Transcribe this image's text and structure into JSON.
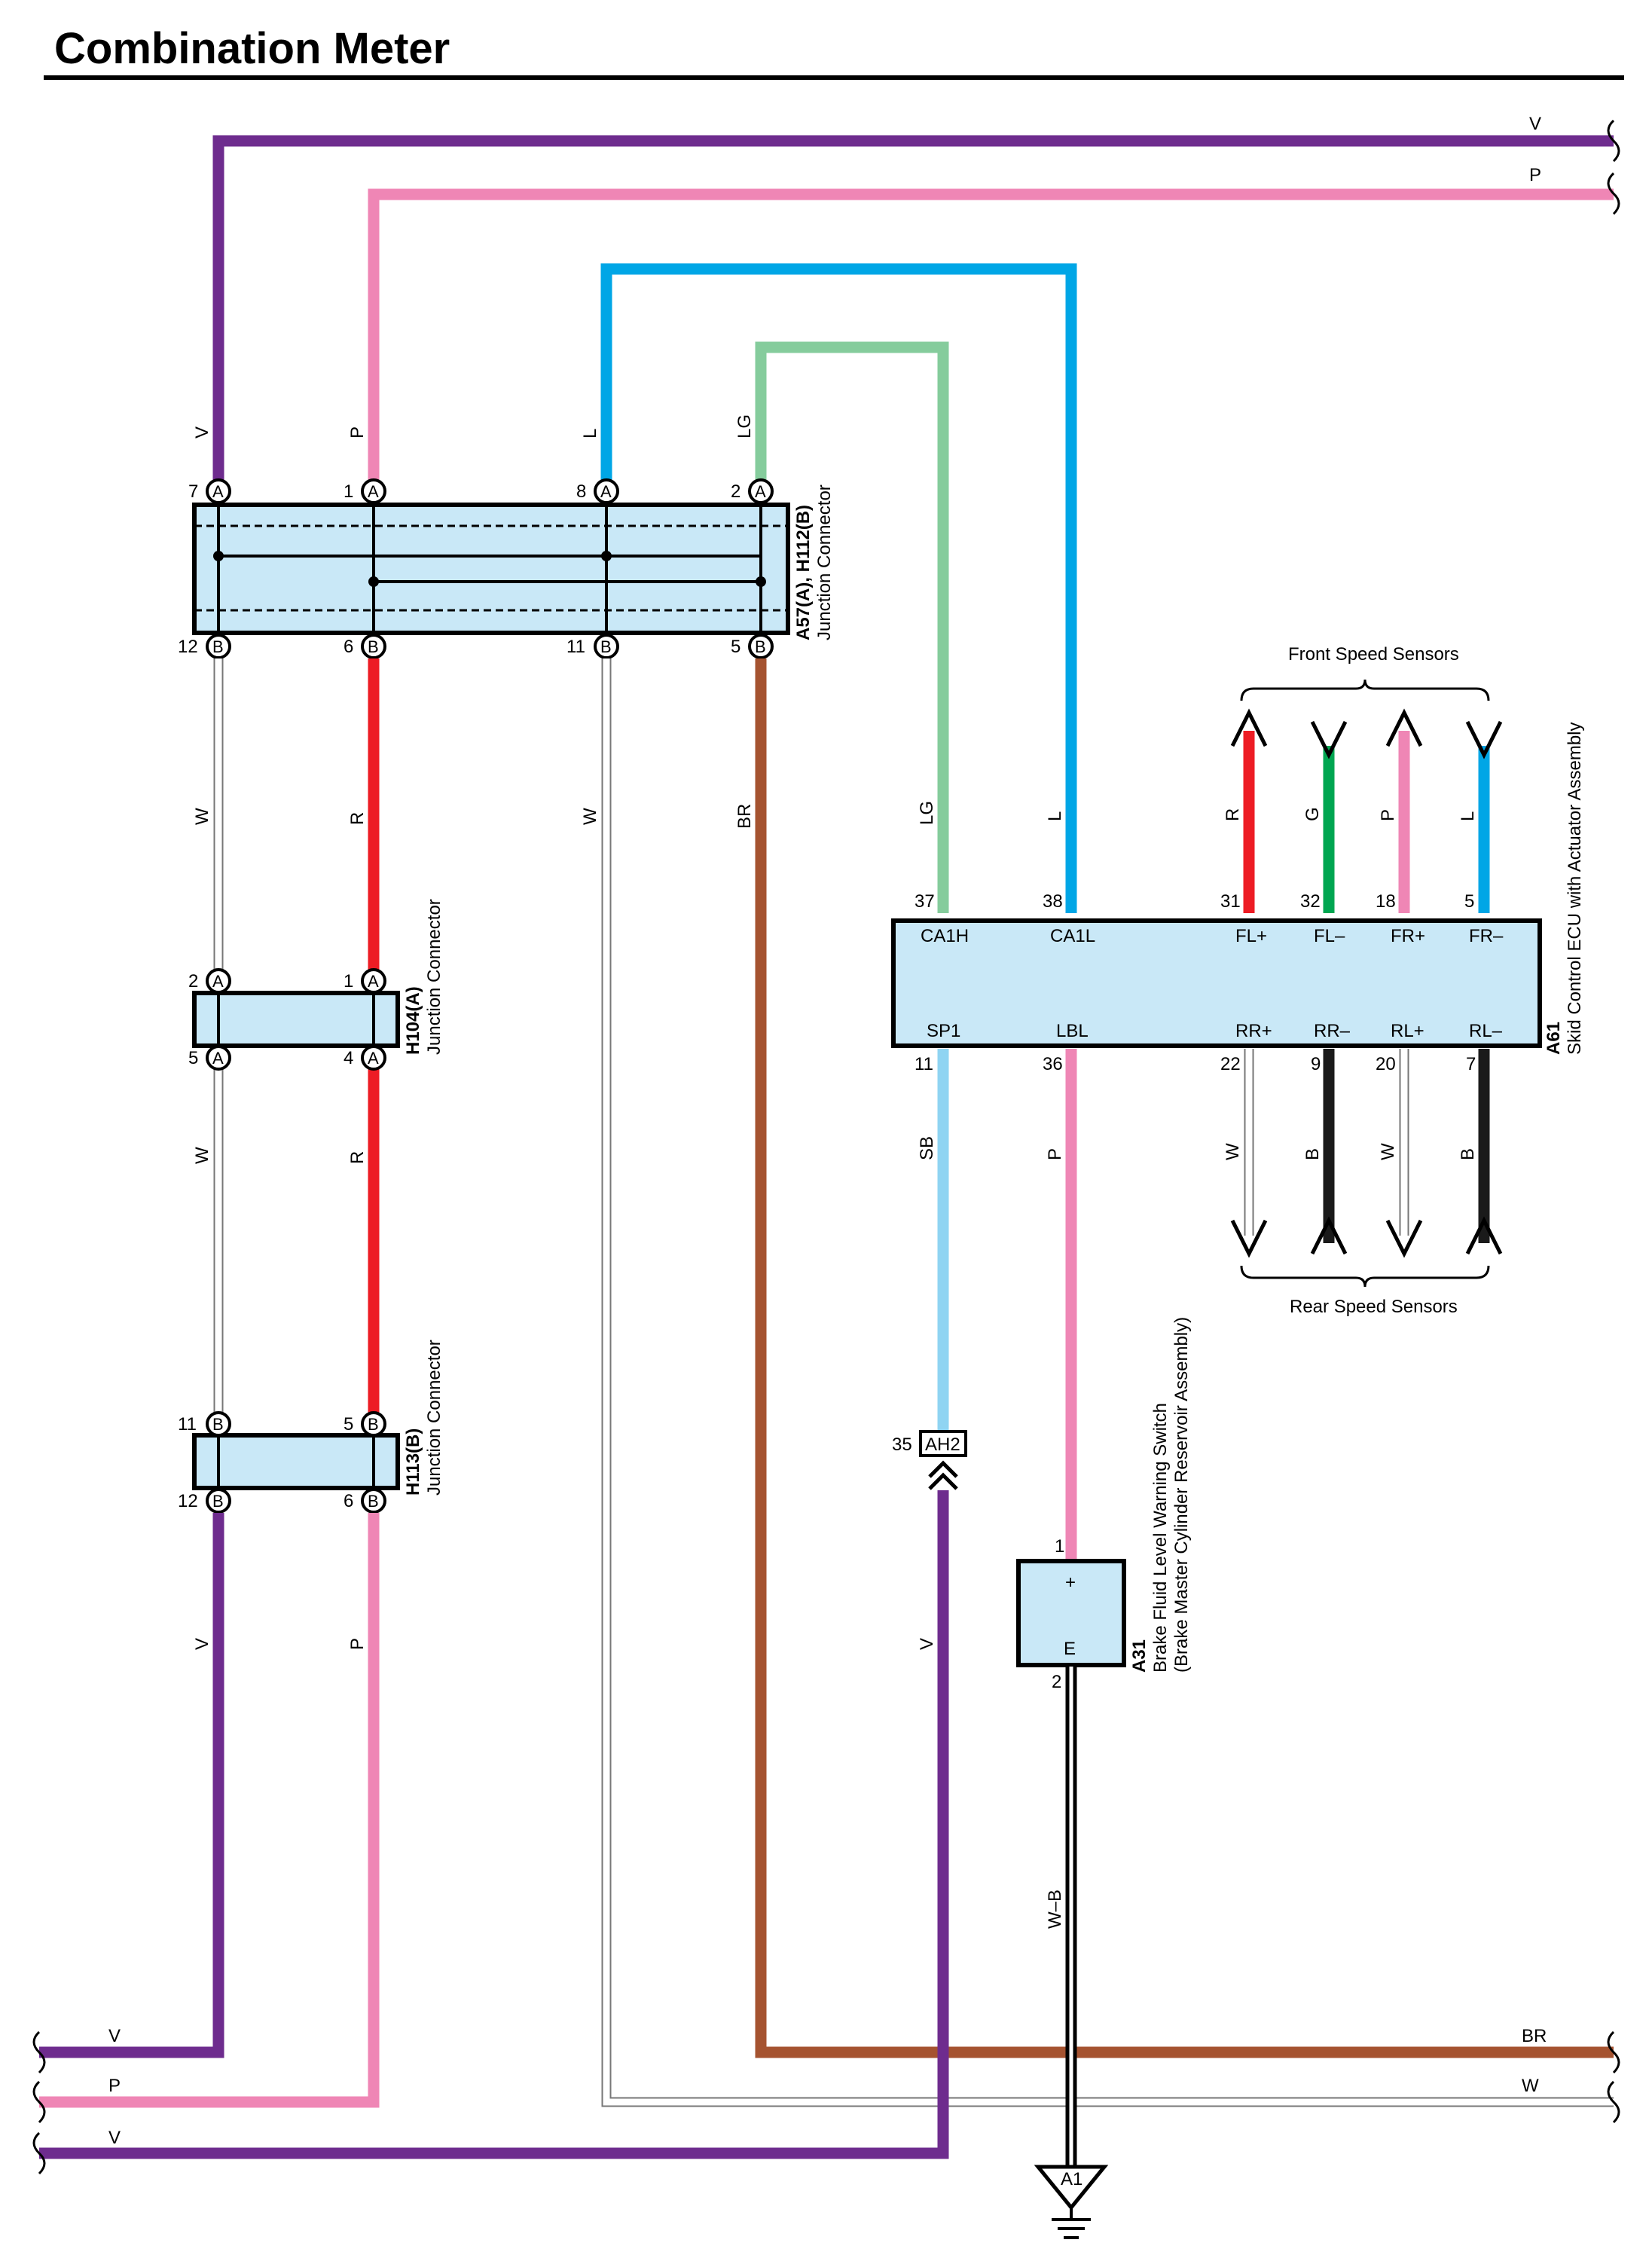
{
  "title": "Combination Meter",
  "colors": {
    "V": "#6e2c8e",
    "P": "#ef86b5",
    "L": "#00a6e6",
    "LG": "#85cc9c",
    "R": "#ed1c24",
    "BR": "#a55330",
    "W": "#ffffff",
    "SB": "#8fd4f2",
    "G": "#00a651",
    "B": "#1a1a1a",
    "box": "#c9e8f7"
  },
  "wire_labels": {
    "top_v": "V",
    "top_p": "P",
    "jc1_v": "V",
    "jc1_p": "P",
    "jc1_l": "L",
    "jc1_lg": "LG",
    "mid_w1": "W",
    "mid_r1": "R",
    "mid_w2": "W",
    "mid_br": "BR",
    "mid_lg": "LG",
    "mid_l": "L",
    "fs_r": "R",
    "fs_g": "G",
    "fs_p": "P",
    "fs_l": "L",
    "low_w": "W",
    "low_r": "R",
    "sb": "SB",
    "p36": "P",
    "rs_w1": "W",
    "rs_b1": "B",
    "rs_w2": "W",
    "rs_b2": "B",
    "bot_v": "V",
    "bot_p": "P",
    "ah2_v": "V",
    "wb": "W–B",
    "bl_v": "V",
    "bl_p": "P",
    "bl_v2": "V",
    "br_br": "BR",
    "br_w": "W"
  },
  "junction_a57": {
    "name": "A57(A), H112(B)",
    "desc": "Junction Connector",
    "top_pins": [
      "7",
      "1",
      "8",
      "2"
    ],
    "top_tag": "A",
    "bottom_pins": [
      "12",
      "6",
      "11",
      "5"
    ],
    "bottom_tag": "B"
  },
  "junction_h104": {
    "name": "H104(A)",
    "desc": "Junction Connector",
    "top_pins": [
      "2",
      "1"
    ],
    "bottom_pins": [
      "5",
      "4"
    ],
    "tag": "A"
  },
  "junction_h113": {
    "name": "H113(B)",
    "desc": "Junction Connector",
    "top_pins": [
      "11",
      "5"
    ],
    "bottom_pins": [
      "12",
      "6"
    ],
    "tag": "B"
  },
  "ecu": {
    "id": "A61",
    "desc": "Skid Control ECU with Actuator Assembly",
    "top_pins": [
      "37",
      "38",
      "31",
      "32",
      "18",
      "5"
    ],
    "top_terms": [
      "CA1H",
      "CA1L",
      "FL+",
      "FL–",
      "FR+",
      "FR–"
    ],
    "bottom_pins": [
      "11",
      "36",
      "22",
      "9",
      "20",
      "7"
    ],
    "bottom_terms": [
      "SP1",
      "LBL",
      "RR+",
      "RR–",
      "RL+",
      "RL–"
    ]
  },
  "front_sensors": "Front Speed Sensors",
  "rear_sensors": "Rear Speed Sensors",
  "ah2": {
    "pin": "35",
    "label": "AH2"
  },
  "switch": {
    "id": "A31",
    "line1": "Brake Fluid Level Warning Switch",
    "line2": "(Brake Master Cylinder Reservoir Assembly)",
    "pin_top": "1",
    "pin_bottom": "2",
    "term_top": "+",
    "term_bottom": "E"
  },
  "ground": "A1"
}
